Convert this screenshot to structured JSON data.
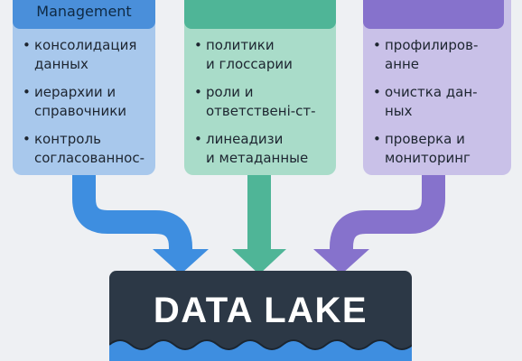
{
  "colors": {
    "mdm_header": "#4a8fda",
    "mdm_body": "#a8c8ec",
    "governance_header": "#4fb597",
    "governance_body": "#a9dcc9",
    "quality_header": "#8672cc",
    "quality_body": "#c9c1e8",
    "lake_background": "#2c3846",
    "water": "#3e8ee0"
  },
  "cards": {
    "mdm": {
      "title": "Management",
      "items": [
        "консолидация\nданных",
        "иерархии и\nсправочники",
        "контроль\nсогласованнос-"
      ]
    },
    "governance": {
      "title": "",
      "items": [
        "политики\nи глоссарии",
        "роли и\nответственi-ст-",
        "линеадизи\nи метаданные"
      ]
    },
    "quality": {
      "title": "",
      "items": [
        "профилиров-\nанне",
        "очистка дан-\nных",
        "проверка и\nмониторинг"
      ]
    }
  },
  "lake": {
    "title": "DATA LAKE"
  },
  "icons": {
    "bullet": "•",
    "arrow": "down-arrow-icon",
    "water": "water-wave-icon"
  }
}
